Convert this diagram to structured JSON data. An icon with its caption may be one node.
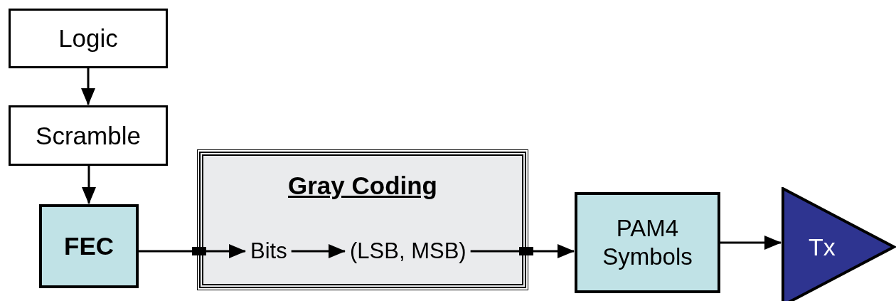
{
  "diagram": {
    "nodes": [
      {
        "text": [
          "Logic"
        ]
      },
      {
        "text": [
          "Scramble"
        ]
      },
      {
        "text": [
          "FEC"
        ]
      },
      {
        "text": [
          "Gray Coding"
        ]
      },
      {
        "text": [
          "Bits"
        ],
        "in": 3
      },
      {
        "text": [
          "(LSB, MSB)"
        ],
        "in": 3
      },
      {
        "text": [
          "PAM4 Symbols"
        ]
      },
      {
        "text": [
          "Tx"
        ]
      }
    ],
    "edges": [
      {
        "from": 0,
        "to": 1,
        "arrow": "to"
      },
      {
        "from": 1,
        "to": 2,
        "arrow": "to"
      },
      {
        "from": 2,
        "to": 4,
        "arrow": "to"
      },
      {
        "from": 4,
        "to": 5,
        "arrow": "to"
      },
      {
        "from": 5,
        "to": 6,
        "arrow": "to"
      },
      {
        "from": 6,
        "to": 7,
        "arrow": "to"
      }
    ]
  }
}
